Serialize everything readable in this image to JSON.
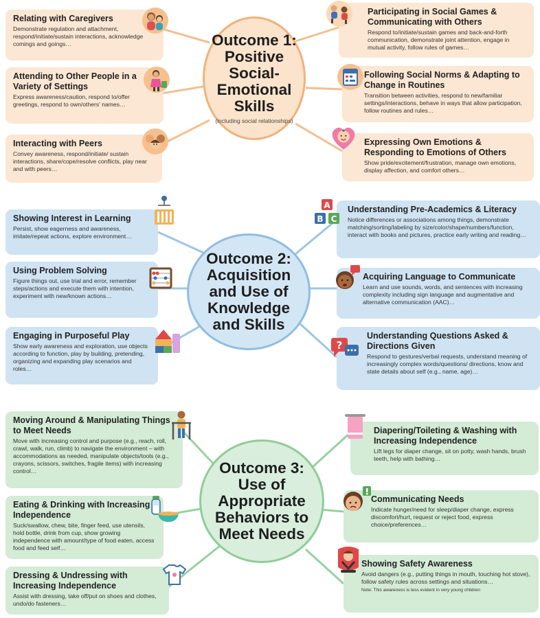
{
  "outcome1": {
    "title": "Outcome 1: Positive Social-Emotional Skills",
    "subtitle": "(including social relationships)",
    "items": [
      {
        "title": "Relating with Caregivers",
        "desc": "Demonstrate regulation and attachment, respond/initiate/sustain interactions, acknowledge comings and goings…",
        "icon": "parent-and-child-icon"
      },
      {
        "title": "Attending to Other People in a Variety of Settings",
        "desc": "Express awareness/caution, respond to/offer greetings, respond to own/others' names…",
        "icon": "child-waving-icon"
      },
      {
        "title": "Interacting with Peers",
        "desc": "Convey awareness, respond/initiate/ sustain interactions, share/cope/resolve conflicts, play near and with peers…",
        "icon": "group-of-children-icon"
      },
      {
        "title": "Participating in Social Games & Communicating with Others",
        "desc": "Respond to/initiate/sustain games and back-and-forth communication, demonstrate joint attention, engage in mutual activity, follow rules of games…",
        "icon": "children-playing-icon"
      },
      {
        "title": "Following Social Norms & Adapting to Change in Routines",
        "desc": "Transition between activities, respond to new/familiar settings/interactions, behave in ways that allow participation, follow routines and rules…",
        "icon": "calendar-icon"
      },
      {
        "title": "Expressing Own Emotions & Responding to Emotions of Others",
        "desc": "Show pride/excitement/frustration, manage own emotions, display affection, and comfort others…",
        "icon": "baby-in-heart-icon"
      }
    ]
  },
  "outcome2": {
    "title": "Outcome 2: Acquisition and Use of Knowledge and Skills",
    "items": [
      {
        "title": "Showing Interest in Learning",
        "desc": "Persist, show eagerness and awareness, imitate/repeat actions, explore environment…",
        "icon": "crib-mobile-icon"
      },
      {
        "title": "Using Problem Solving",
        "desc": "Figure things out, use trial and error, remember steps/actions and execute them with intention, experiment with new/known actions…",
        "icon": "abacus-icon"
      },
      {
        "title": "Engaging in Purposeful Play",
        "desc": "Show early awareness and exploration, use objects according to function, play by building, pretending, organizing and expanding play scenarios and roles…",
        "icon": "toy-blocks-icon"
      },
      {
        "title": "Understanding Pre-Academics & Literacy",
        "desc": "Notice differences or associations among things, demonstrate matching/sorting/labeling by size/color/shape/numbers/function, interact with books and pictures, practice early writing and reading…",
        "icon": "abc-blocks-icon"
      },
      {
        "title": "Acquiring Language to Communicate",
        "desc": "Learn and use sounds, words, and sentences with increasing complexity including sign language and augmentative and alternative communication (AAC)…",
        "icon": "child-speech-bubble-icon"
      },
      {
        "title": "Understanding Questions Asked & Directions Given",
        "desc": "Respond to gestures/verbal requests, understand meaning of increasingly complex words/questions/ directions, know and state details about self (e.g., name, age)…",
        "icon": "question-chat-icon"
      }
    ]
  },
  "outcome3": {
    "title": "Outcome 3: Use of Appropriate Behaviors to Meet Needs",
    "items": [
      {
        "title": "Moving Around & Manipulating Things to Meet Needs",
        "desc": "Move with increasing control and purpose (e.g., reach, roll, crawl, walk, run, climb) to navigate the environment – with accommodations as needed, manipulate objects/tools (e.g., crayons, scissors, switches, fragile items) with increasing control…",
        "icon": "child-walker-icon"
      },
      {
        "title": "Eating & Drinking with Increasing Independence",
        "desc": "Suck/swallow, chew, bite, finger feed, use utensils, hold bottle, drink from cup, show growing independence with amount/type of food eaten, access food and feed self…",
        "icon": "bottle-and-bowl-icon"
      },
      {
        "title": "Dressing & Undressing with Increasing Independence",
        "desc": "Assist with dressing, take off/put on shoes and clothes, undo/do fasteners…",
        "icon": "baby-shirt-icon"
      },
      {
        "title": "Diapering/Toileting & Washing with Increasing Independence",
        "desc": "Lift legs for diaper change, sit on potty, wash hands, brush teeth, help with bathing…",
        "icon": "towel-icon"
      },
      {
        "title": "Communicating Needs",
        "desc": "Indicate hunger/need for sleep/diaper change, express discomfort/hurt, request or reject food, express choice/preferences…",
        "icon": "child-alert-icon"
      },
      {
        "title": "Showing Safety Awareness",
        "desc": "Avoid dangers (e.g., putting things in mouth, touching hot stove), follow safety rules across settings and situations…",
        "note": "Note: This awareness is less evident in very young children",
        "icon": "car-seat-icon"
      }
    ]
  }
}
